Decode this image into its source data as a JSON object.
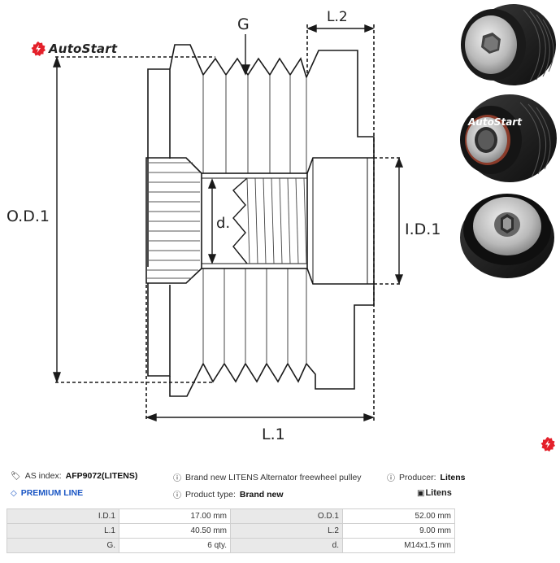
{
  "brand": {
    "name": "AutoStart",
    "accent": "#e4202a"
  },
  "drawing": {
    "labels": {
      "groove": "G",
      "l2": "L.2",
      "od1": "O.D.1",
      "id1": "I.D.1",
      "d": "d.",
      "l1": "L.1"
    },
    "watermark": "AutoStart"
  },
  "photos": [
    {
      "name": "pulley-front-view",
      "alt": "Pulley front face with hex socket"
    },
    {
      "name": "pulley-rear-view",
      "alt": "Pulley rear with bearing"
    },
    {
      "name": "pulley-top-view",
      "alt": "Pulley cover with hex"
    }
  ],
  "info": {
    "as_index_label": "AS index:",
    "as_index_value": "AFP9072(LITENS)",
    "premium_line": "PREMIUM LINE",
    "description": "Brand new LITENS Alternator freewheel pulley",
    "product_type_label": "Product type:",
    "product_type_value": "Brand new",
    "producer_label": "Producer:",
    "producer_value": "Litens",
    "producer_logo": "Litens"
  },
  "specs": [
    {
      "k1": "I.D.1",
      "v1": "17.00 mm",
      "k2": "O.D.1",
      "v2": "52.00 mm"
    },
    {
      "k1": "L.1",
      "v1": "40.50 mm",
      "k2": "L.2",
      "v2": "9.00 mm"
    },
    {
      "k1": "G.",
      "v1": "6 qty.",
      "k2": "d.",
      "v2": "M14x1.5 mm"
    }
  ],
  "colors": {
    "premium": "#1a56c4",
    "line": "#1a1a1a",
    "table_key_bg": "#e9e9e9",
    "table_border": "#cfcfcf"
  }
}
